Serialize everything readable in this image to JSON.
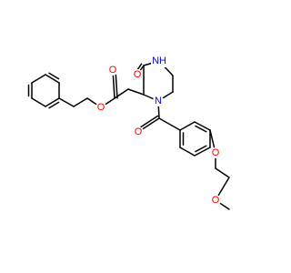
{
  "diagram": {
    "kind": "chemical-structure",
    "colors": {
      "bond": "#000000",
      "oxygen": "#ff0000",
      "nitrogen": "#0000ff",
      "background": "#ffffff"
    },
    "atoms": [
      {
        "id": "o-ester-carbonyl",
        "symbol": "O"
      },
      {
        "id": "o-ester-link",
        "symbol": "O"
      },
      {
        "id": "o-lactam",
        "symbol": "O"
      },
      {
        "id": "n-amide-h",
        "symbol": "NH"
      },
      {
        "id": "n-acyl",
        "symbol": "N"
      },
      {
        "id": "o-benzoyl",
        "symbol": "O"
      },
      {
        "id": "o-aryl-ether",
        "symbol": "O"
      },
      {
        "id": "o-methoxy",
        "symbol": "O"
      }
    ]
  }
}
